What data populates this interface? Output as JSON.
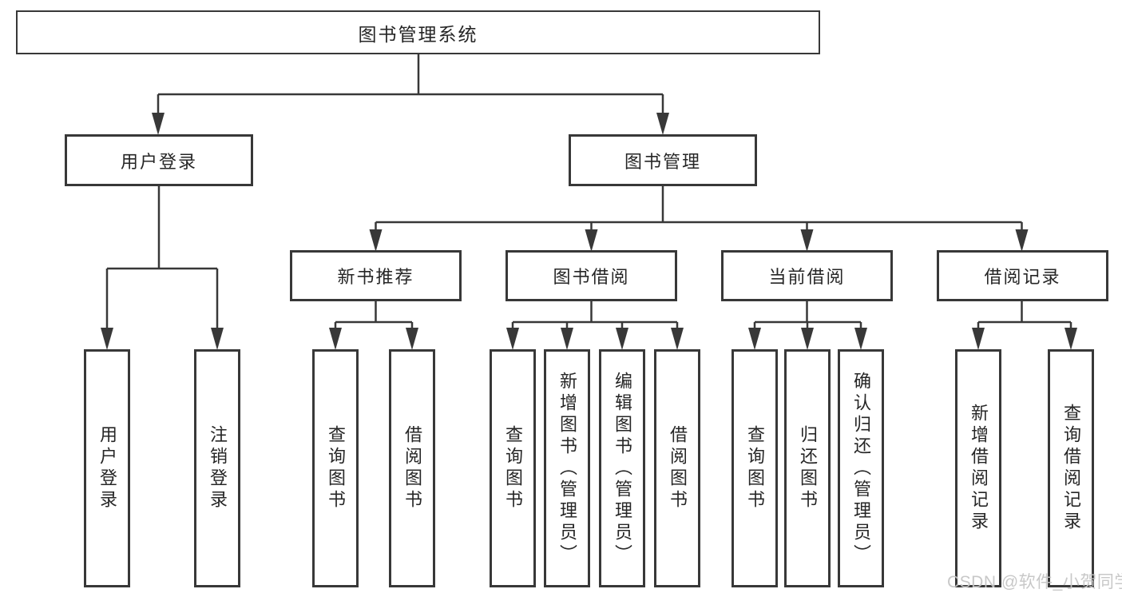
{
  "diagram": {
    "root": {
      "label": "图书管理系统"
    },
    "branches": [
      {
        "label": "用户登录",
        "children": [
          {
            "label": "用户登录"
          },
          {
            "label": "注销登录"
          }
        ]
      },
      {
        "label": "图书管理",
        "children": [
          {
            "label": "新书推荐",
            "children": [
              {
                "label": "查询图书"
              },
              {
                "label": "借阅图书"
              }
            ]
          },
          {
            "label": "图书借阅",
            "children": [
              {
                "label": "查询图书"
              },
              {
                "label": "新增图书（管理员）"
              },
              {
                "label": "编辑图书（管理员）"
              },
              {
                "label": "借阅图书"
              }
            ]
          },
          {
            "label": "当前借阅",
            "children": [
              {
                "label": "查询图书"
              },
              {
                "label": "归还图书"
              },
              {
                "label": "确认归还（管理员）"
              }
            ]
          },
          {
            "label": "借阅记录",
            "children": [
              {
                "label": "新增借阅记录"
              },
              {
                "label": "查询借阅记录"
              }
            ]
          }
        ]
      }
    ],
    "watermark": "CSDN @软件_小贺同学",
    "colors": {
      "line": "#383838",
      "text": "#262626",
      "watermark": "#c5c5c5",
      "background": "#ffffff"
    }
  }
}
